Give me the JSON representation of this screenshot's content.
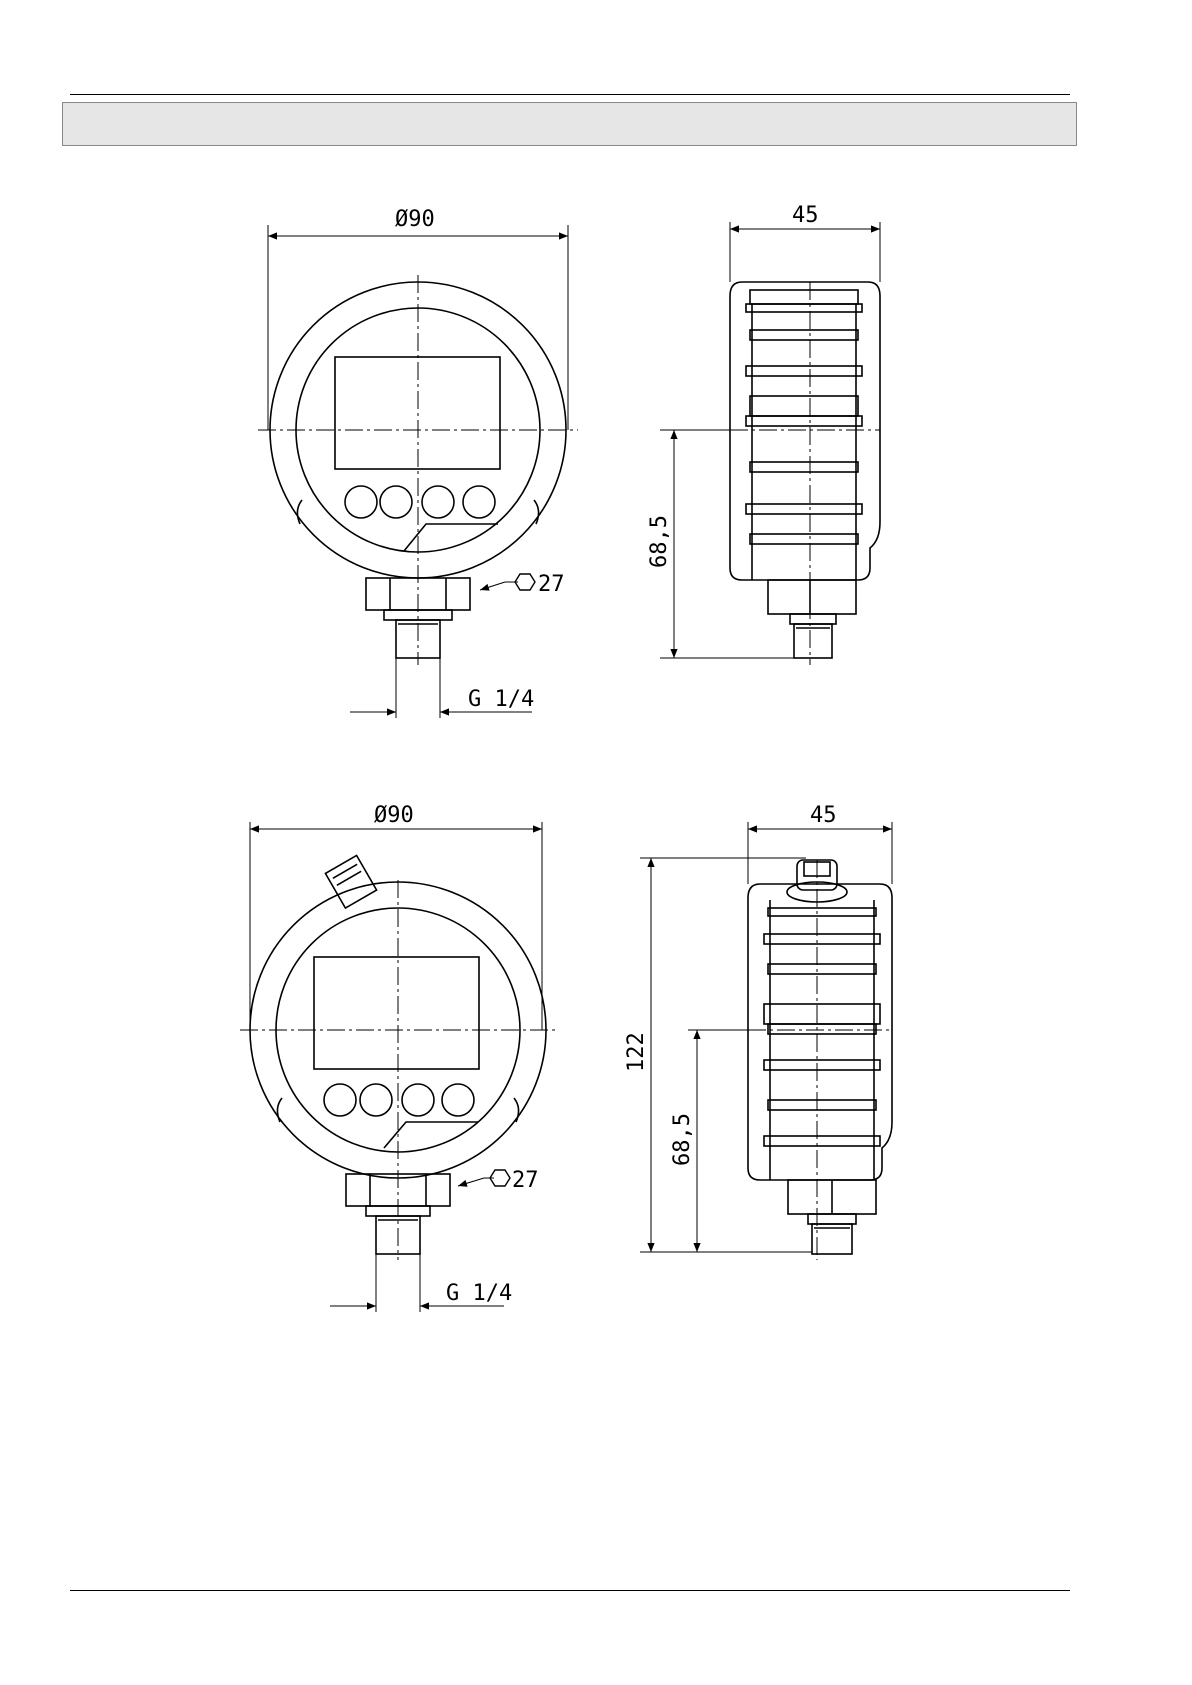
{
  "dimensions": {
    "top_front_diameter": "Ø90",
    "top_front_hex": "27",
    "top_front_thread": "G 1/4",
    "top_side_width": "45",
    "top_side_height": "68,5",
    "bottom_front_diameter": "Ø90",
    "bottom_front_hex": "27",
    "bottom_front_thread": "G 1/4",
    "bottom_side_width": "45",
    "bottom_side_total_height": "122",
    "bottom_side_height": "68,5"
  }
}
